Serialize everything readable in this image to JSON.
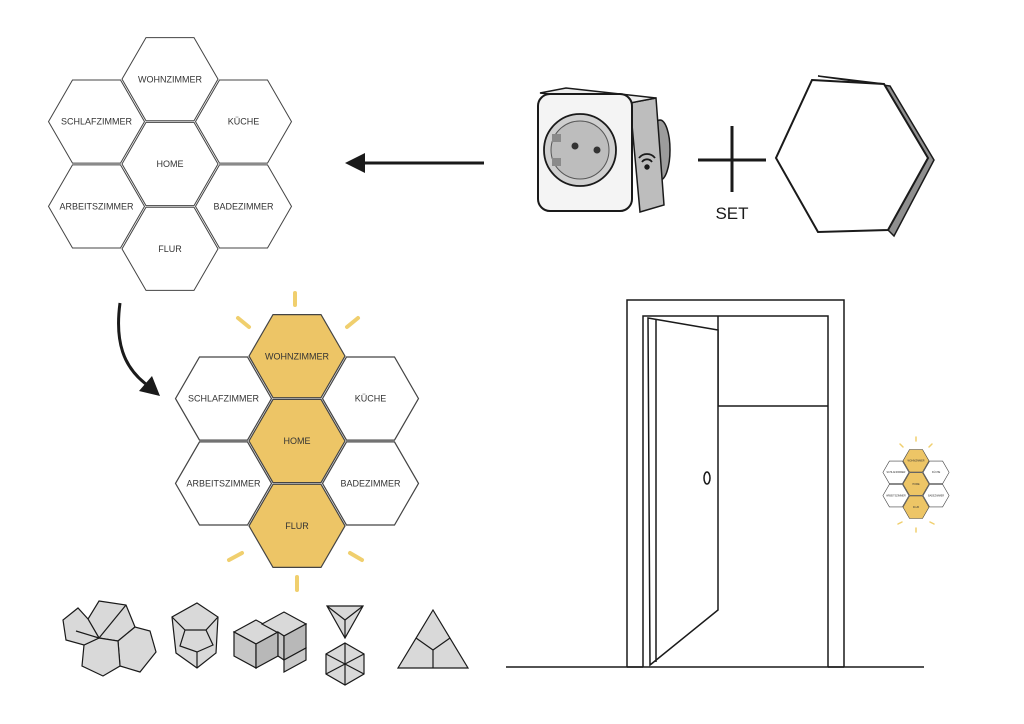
{
  "colors": {
    "highlight": "#edc566",
    "line": "#1a1a1a",
    "panel_gray": "#d9d9d9",
    "ray": "#f0cf6e"
  },
  "top_cluster": {
    "rooms": {
      "wohnzimmer": "WOHNZIMMER",
      "schlafzimmer": "SCHLAFZIMMER",
      "kueche": "KÜCHE",
      "home": "HOME",
      "arbeitszimmer": "ARBEITSZIMMER",
      "badezimmer": "BADEZIMMER",
      "flur": "FLUR"
    }
  },
  "lit_cluster": {
    "rooms": {
      "wohnzimmer": "WOHNZIMMER",
      "schlafzimmer": "SCHLAFZIMMER",
      "kueche": "KÜCHE",
      "home": "HOME",
      "arbeitszimmer": "ARBEITSZIMMER",
      "badezimmer": "BADEZIMMER",
      "flur": "FLUR"
    },
    "highlighted": [
      "wohnzimmer",
      "home",
      "flur"
    ]
  },
  "mini_cluster": {
    "rooms": {
      "wohnzimmer": "WOHNZIMMER",
      "schlafzimmer": "SCHLAFZIMMER",
      "kueche": "KÜCHE",
      "home": "HOME",
      "arbeitszimmer": "ARBEITSZIMMER",
      "badezimmer": "BADEZIMMER",
      "flur": "FLUR"
    }
  },
  "set_label": "SET",
  "icons": {
    "socket": "smart-plug-icon",
    "wifi": "wifi-icon",
    "plus": "plus-icon",
    "panel": "hexagon-panel-icon",
    "door": "door-icon"
  }
}
